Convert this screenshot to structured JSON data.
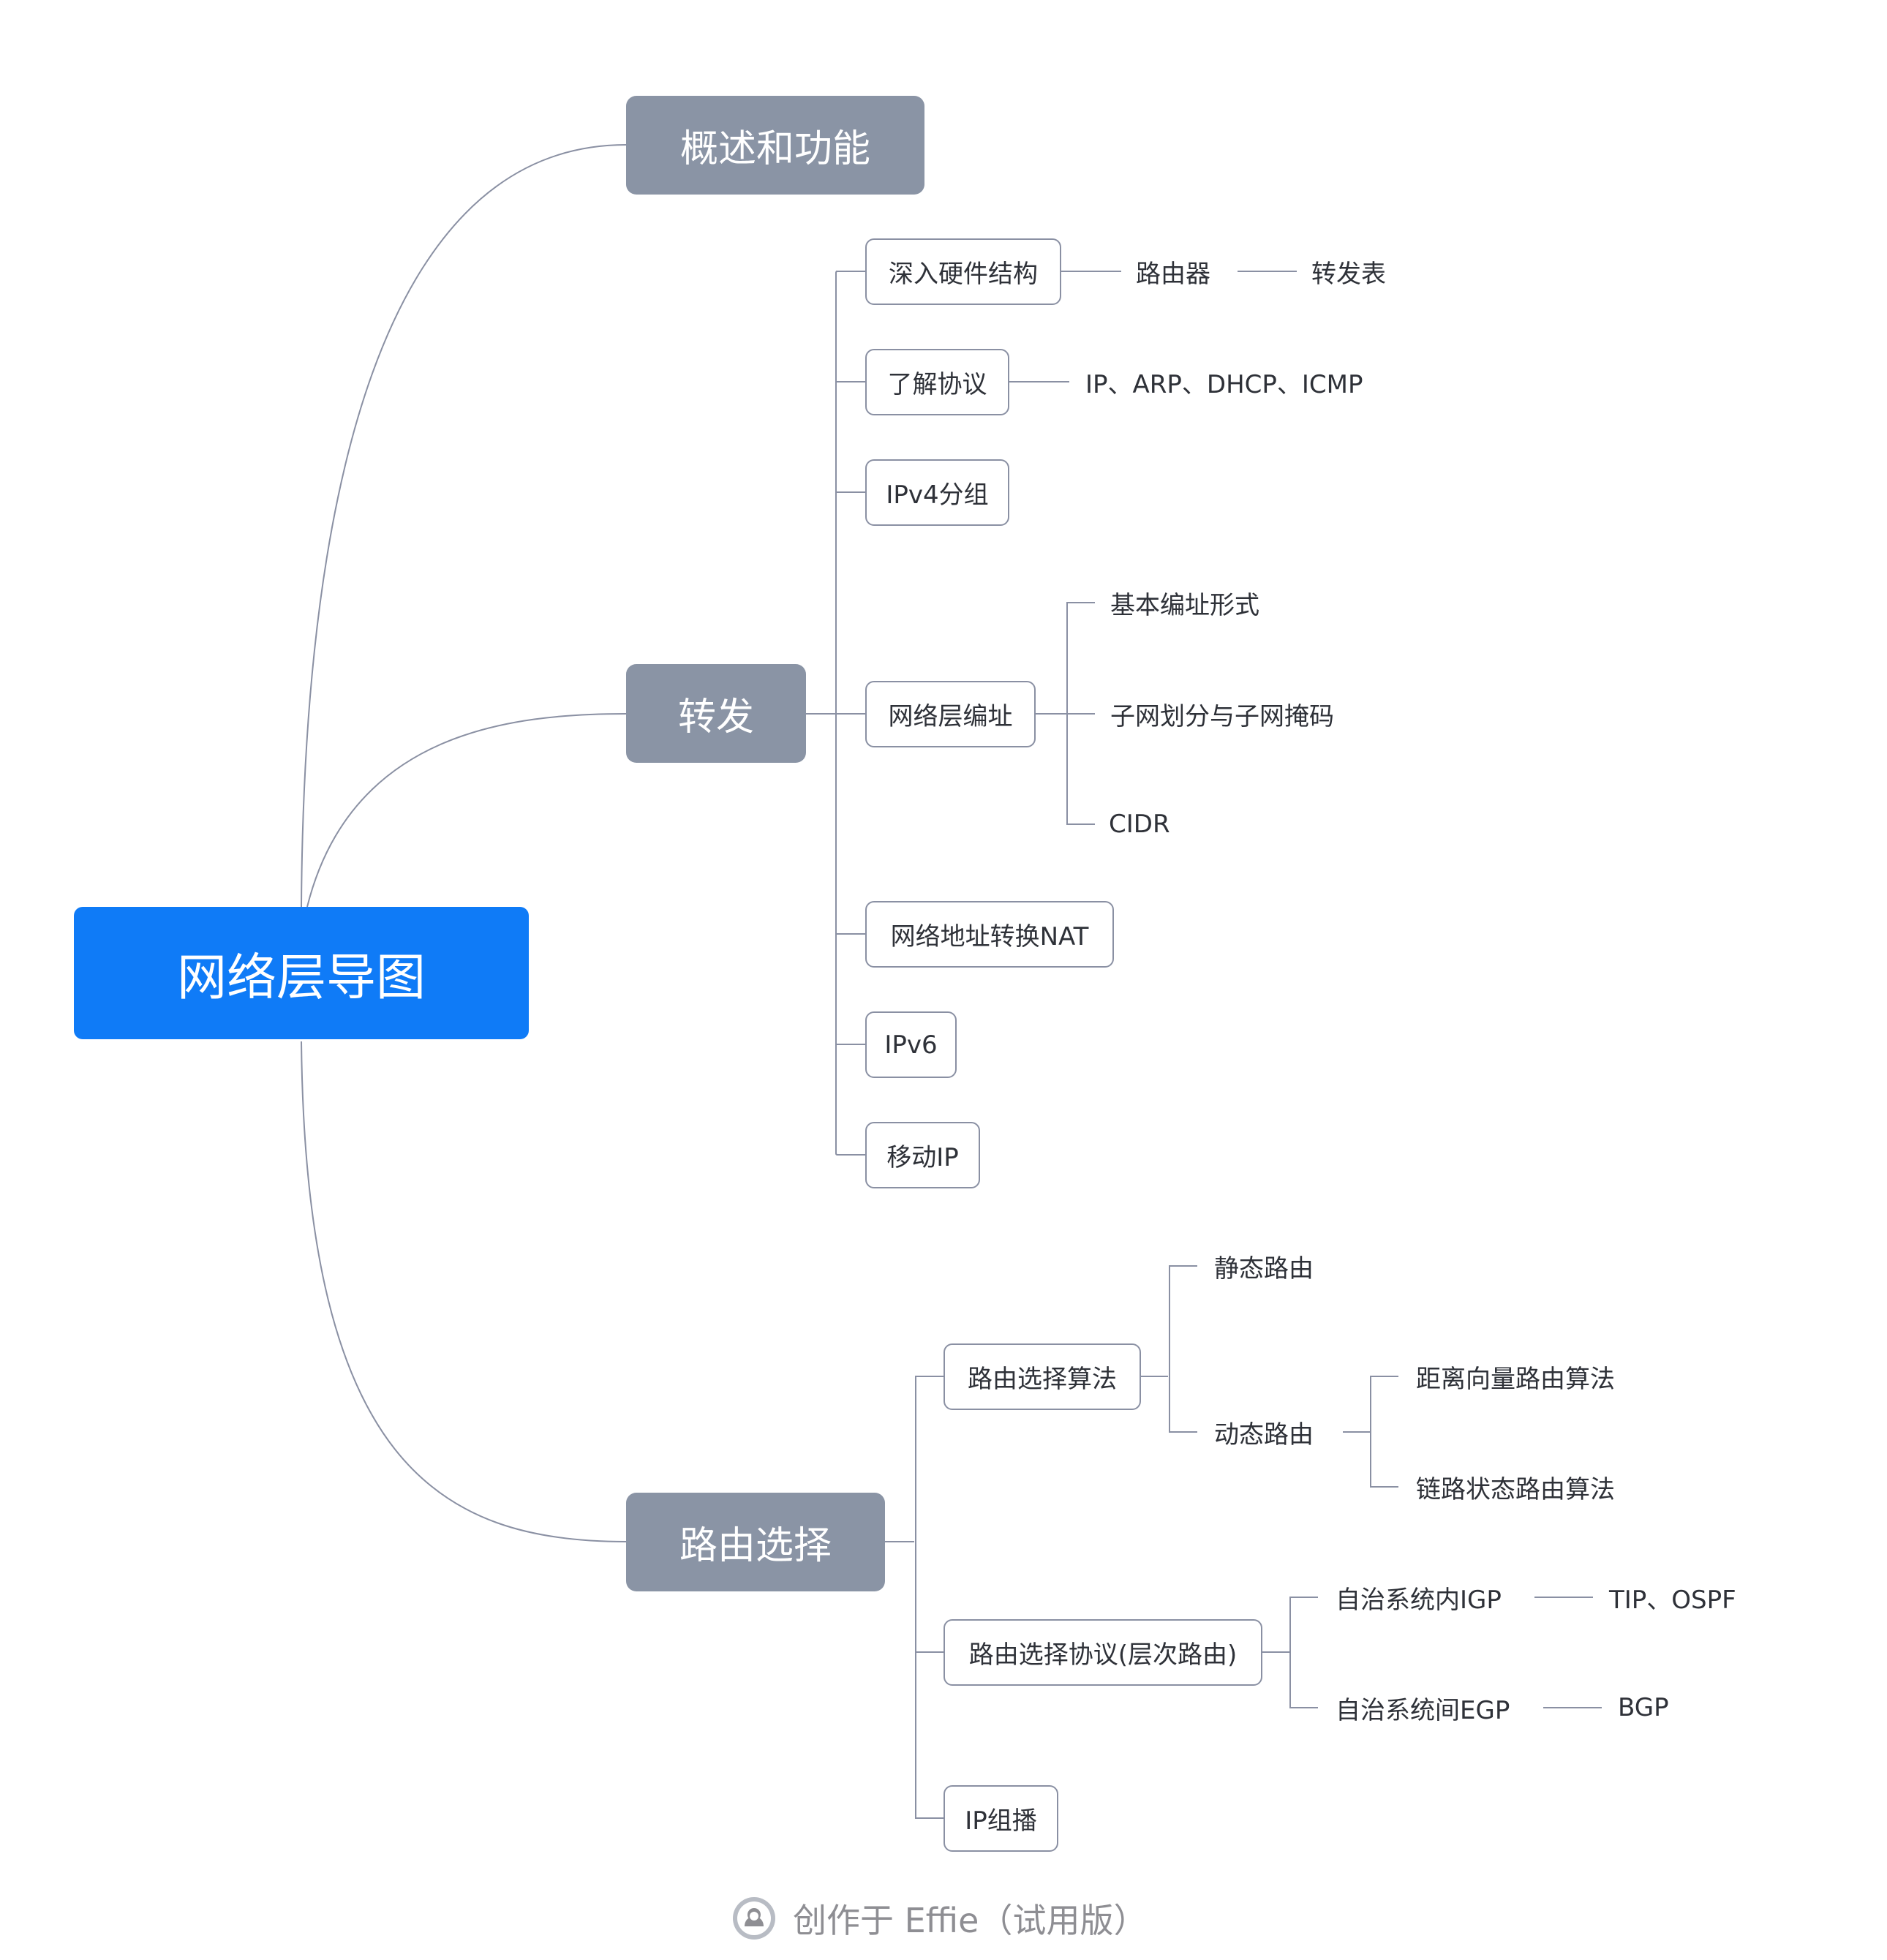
{
  "root": {
    "label": "网络层导图"
  },
  "branches": {
    "overview": {
      "label": "概述和功能"
    },
    "forwarding": {
      "label": "转发",
      "items": {
        "hardware": {
          "label": "深入硬件结构",
          "router": "路由器",
          "table": "转发表"
        },
        "protocols": {
          "label": "了解协议",
          "list": "IP、ARP、DHCP、ICMP"
        },
        "ipv4": {
          "label": "IPv4分组"
        },
        "addressing": {
          "label": "网络层编址",
          "children": [
            "基本编址形式",
            "子网划分与子网掩码",
            "CIDR"
          ]
        },
        "nat": {
          "label": "网络地址转换NAT"
        },
        "ipv6": {
          "label": "IPv6"
        },
        "mobile": {
          "label": "移动IP"
        }
      }
    },
    "routing": {
      "label": "路由选择",
      "items": {
        "algorithms": {
          "label": "路由选择算法",
          "static": "静态路由",
          "dynamic": "动态路由",
          "dynamic_children": [
            "距离向量路由算法",
            "链路状态路由算法"
          ]
        },
        "protocols": {
          "label": "路由选择协议(层次路由)",
          "igp": "自治系统内IGP",
          "igp_examples": "TIP、OSPF",
          "egp": "自治系统间EGP",
          "egp_examples": "BGP"
        },
        "multicast": {
          "label": "IP组播"
        }
      }
    }
  },
  "footer": {
    "text": "创作于 Effie（试用版）"
  },
  "colors": {
    "root": "#0f7bf7",
    "main": "#8a94a5",
    "line": "#8a90a3",
    "text": "#2e3138",
    "footer": "#8e8e93"
  }
}
